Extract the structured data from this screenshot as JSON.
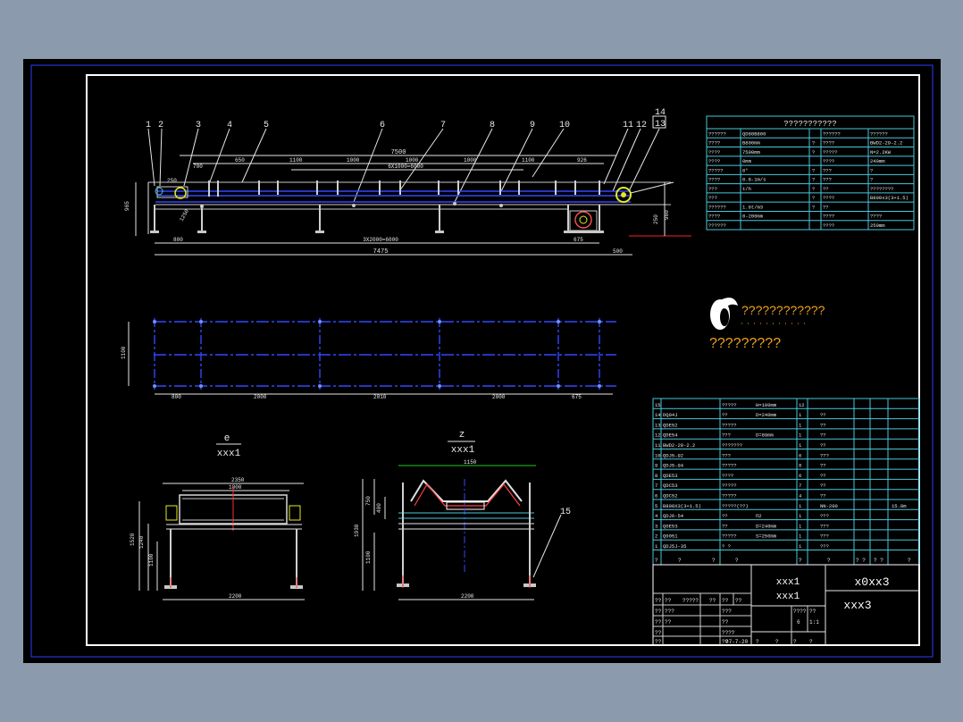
{
  "top_view": {
    "balloons": [
      "1",
      "2",
      "3",
      "4",
      "5",
      "6",
      "7",
      "8",
      "9",
      "10",
      "11",
      "12",
      "13",
      "14"
    ],
    "dims": {
      "d7500": "7500",
      "d650": "650",
      "d1100a": "1100",
      "d1000a": "1000",
      "d1000b": "1000",
      "d1000c": "1000",
      "d1100b": "1100",
      "d926": "926",
      "d6x1000": "6X1000=6000",
      "d700": "700",
      "d250a": "250",
      "d965": "965",
      "d800": "800",
      "d3x2000": "3X2000=6000",
      "d675": "675",
      "d7475": "7475",
      "d500": "500",
      "d250b": "250",
      "d960": "960",
      "d1250": "1250"
    }
  },
  "plan_view": {
    "dims": {
      "d1100": "1100",
      "d800": "800",
      "d2000a": "2000",
      "d2010": "2010",
      "d2000b": "2000",
      "d675": "675"
    }
  },
  "section_e": {
    "title": "e",
    "scale": "xxx1",
    "dims": {
      "d2350": "2350",
      "d1800": "1800",
      "d1520": "1520",
      "d1240": "1240",
      "d1100": "1100",
      "d2200": "2200"
    }
  },
  "section_z": {
    "title": "z",
    "scale": "xxx1",
    "balloon": "15",
    "dims": {
      "d1150": "1150",
      "d750": "750",
      "d400": "400",
      "d1930": "1930",
      "d1100": "1100",
      "d2200": "2200"
    }
  },
  "spec_table": {
    "title": "???????????",
    "rows": [
      {
        "l1": "??????",
        "v1": "QD80B800",
        "l2": "??????",
        "v2": "??????"
      },
      {
        "l1": "????",
        "v1": "B800mm",
        "q": "?",
        "l2": "????",
        "v2": "BWD2-29-2.2"
      },
      {
        "l1": "????",
        "v1": "7500mm",
        "q": "?",
        "l2": "?????",
        "v2": "N=2.2KW"
      },
      {
        "l1": "????",
        "v1": "0mm",
        "q": "",
        "l2": "????",
        "v2": "240mm"
      },
      {
        "l1": "?????",
        "v1": "0°",
        "q": "?",
        "l2": "???",
        "v2": "?"
      },
      {
        "l1": "????",
        "v1": "0.8-1m/s",
        "q": "?",
        "l2": "???",
        "v2": "?"
      },
      {
        "l1": "???",
        "v1": "t/h",
        "q": "?",
        "l2": "??",
        "v2": "????????"
      },
      {
        "l1": "???",
        "v1": "",
        "q": "?",
        "l2": "????",
        "v2": "B800x3(3+1.5)"
      },
      {
        "l1": "??????",
        "v1": "1.6t/m3",
        "q": "?",
        "l2": "??",
        "v2": ""
      },
      {
        "l1": "????",
        "v1": "0-200mm",
        "q": "",
        "l2": "????",
        "v2": "????"
      },
      {
        "l1": "??????",
        "v1": "",
        "q": "",
        "l2": "????",
        "v2": "250mm"
      }
    ]
  },
  "logo": {
    "line1": "????????????",
    "line2": "?????????"
  },
  "bom": {
    "rows": [
      {
        "n": "15",
        "code": "",
        "name": "?????",
        "spec": "H=100mm",
        "qty": "12",
        "mat": ""
      },
      {
        "n": "14",
        "code": "DQ04J",
        "name": "??",
        "spec": "D=240mm",
        "qty": "1",
        "mat": "??"
      },
      {
        "n": "13",
        "code": "QDE52",
        "name": "?????",
        "spec": "",
        "qty": "1",
        "mat": "??"
      },
      {
        "n": "12",
        "code": "QDE54",
        "name": "???",
        "spec": "D=89mm",
        "qty": "1",
        "mat": "??"
      },
      {
        "n": "11",
        "code": "BWD2-29-2.2",
        "name": "???????",
        "spec": "",
        "qty": "1",
        "mat": "??"
      },
      {
        "n": "10",
        "code": "QDJ5-92",
        "name": "???",
        "spec": "",
        "qty": "6",
        "mat": "???"
      },
      {
        "n": "9",
        "code": "QDJ5-94",
        "name": "?????",
        "spec": "",
        "qty": "8",
        "mat": "??"
      },
      {
        "n": "8",
        "code": "QDE53",
        "name": "????",
        "spec": "",
        "qty": "6",
        "mat": "??"
      },
      {
        "n": "7",
        "code": "QDC53",
        "name": "?????",
        "spec": "",
        "qty": "7",
        "mat": "??"
      },
      {
        "n": "6",
        "code": "QDC52",
        "name": "?????",
        "spec": "",
        "qty": "4",
        "mat": "??"
      },
      {
        "n": "5",
        "code": "B800X3(3+1.5)",
        "name": "?????(??)",
        "spec": "",
        "qty": "1",
        "mat": "NN-200",
        "extra": "15.8m"
      },
      {
        "n": "4",
        "code": "QDJ6-54",
        "name": "??",
        "spec": "Π2",
        "qty": "1",
        "mat": "???"
      },
      {
        "n": "3",
        "code": "Q0E53",
        "name": "??",
        "spec": "D=240mm",
        "qty": "1",
        "mat": "???"
      },
      {
        "n": "2",
        "code": "Q0051",
        "name": "?????",
        "spec": "S=250mm",
        "qty": "1",
        "mat": "???"
      },
      {
        "n": "1",
        "code": "QDJ5J-35",
        "name": "? ?",
        "spec": "",
        "qty": "1",
        "mat": "???"
      }
    ],
    "header": [
      "?",
      "?",
      "?",
      "?",
      "?",
      "?",
      "? ?",
      "? ?",
      "?"
    ]
  },
  "title_block": {
    "name1": "xxx1",
    "name2": "xxx1",
    "drawing_no": "x0xx3",
    "drawing_no2": "xxx3",
    "r1": [
      "??",
      "??",
      "?????",
      "??",
      "??",
      "??"
    ],
    "r2": [
      "??",
      "???",
      "",
      "???",
      "",
      "????",
      "??",
      "??"
    ],
    "r3": [
      "??",
      "??",
      "",
      "??",
      "",
      "",
      "6",
      "1:1"
    ],
    "r4": [
      "??",
      "",
      "",
      "????",
      "",
      "",
      "",
      ""
    ],
    "r5": [
      "??",
      "",
      "",
      "??",
      "07-7-20",
      "?",
      "?",
      "?",
      "?"
    ]
  }
}
